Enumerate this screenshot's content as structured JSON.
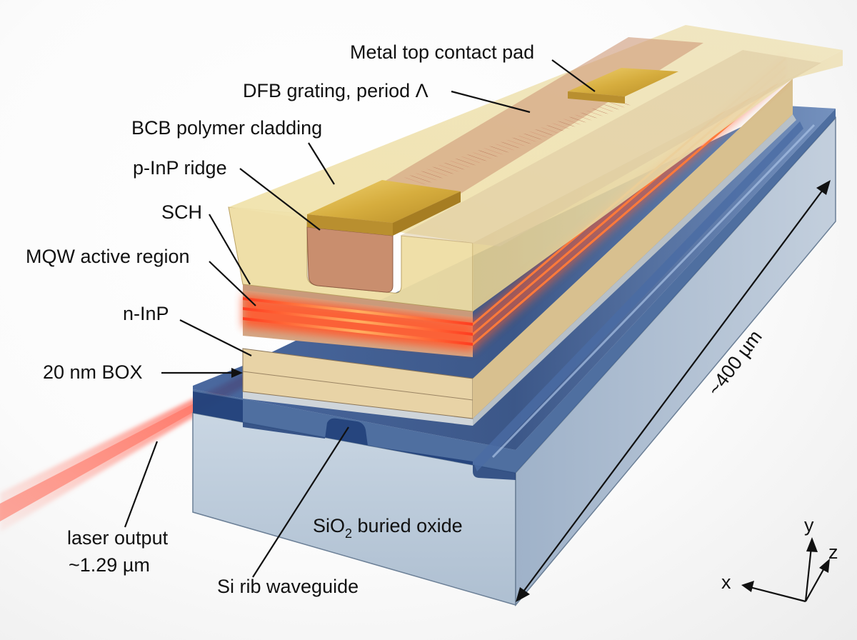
{
  "labels": {
    "metal_pad": "Metal top contact pad",
    "dfb": "DFB grating, period Λ",
    "bcb": "BCB polymer cladding",
    "ridge": "p-InP ridge",
    "sch": "SCH",
    "mqw": "MQW active region",
    "ninp": "n-InP",
    "box": "20 nm BOX",
    "laser_line1": "laser output",
    "laser_line2": "~1.29 µm",
    "sio2_pre": "SiO",
    "sio2_sub": "2",
    "sio2_post": " buried oxide",
    "si_rib": "Si rib waveguide",
    "length": "~400 µm"
  },
  "axes": {
    "x": "x",
    "y": "y",
    "z": "z"
  },
  "colors": {
    "bcb": "#e9dba0",
    "inp_ridge": "#c98e6e",
    "gold": "#d9b44a",
    "grating": "#c07a60",
    "mqw_glow": "#ff4a2a",
    "silicon_blue": "#1d3f7a",
    "sio2": "#aebfd3",
    "laser": "#ff5a4a"
  }
}
